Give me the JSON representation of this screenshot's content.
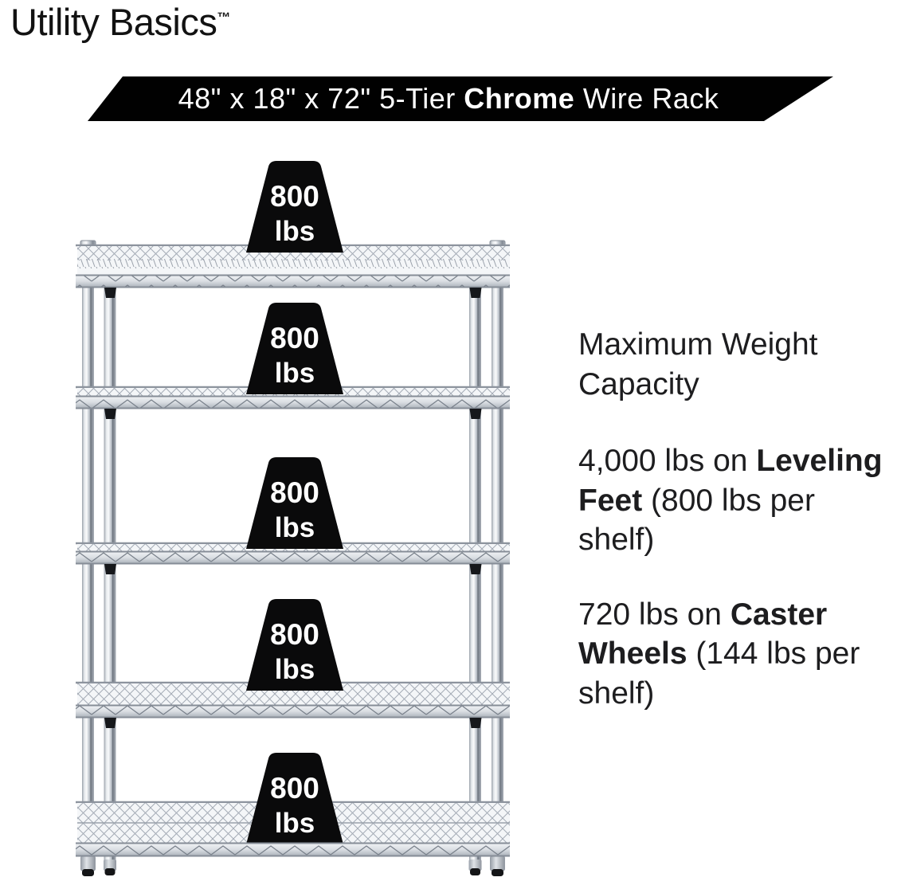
{
  "brand": {
    "name": "Utility Basics",
    "trademark": "™"
  },
  "banner": {
    "prefix": "48\" x 18\" x 72\" 5-Tier ",
    "bold": "Chrome",
    "suffix": " Wire Rack",
    "background": "#010101",
    "text_color": "#ffffff"
  },
  "weights": [
    {
      "value": "800",
      "unit": "lbs"
    },
    {
      "value": "800",
      "unit": "lbs"
    },
    {
      "value": "800",
      "unit": "lbs"
    },
    {
      "value": "800",
      "unit": "lbs"
    },
    {
      "value": "800",
      "unit": "lbs"
    }
  ],
  "info": {
    "heading": "Maximum Weight Capacity",
    "paragraphs": [
      {
        "pre": "4,000 lbs on ",
        "bold": "Leveling Feet",
        "post": " (800 lbs per shelf)"
      },
      {
        "pre": "720 lbs on ",
        "bold": "Caster Wheels",
        "post": " (144 lbs per shelf)"
      }
    ]
  },
  "rack": {
    "tiers": 5,
    "weight_marker_color": "#0a0a0b",
    "chrome_light": "#f4f6f8",
    "chrome_mid": "#c2c8cf",
    "chrome_dark": "#868d97",
    "collar_color": "#141518"
  }
}
